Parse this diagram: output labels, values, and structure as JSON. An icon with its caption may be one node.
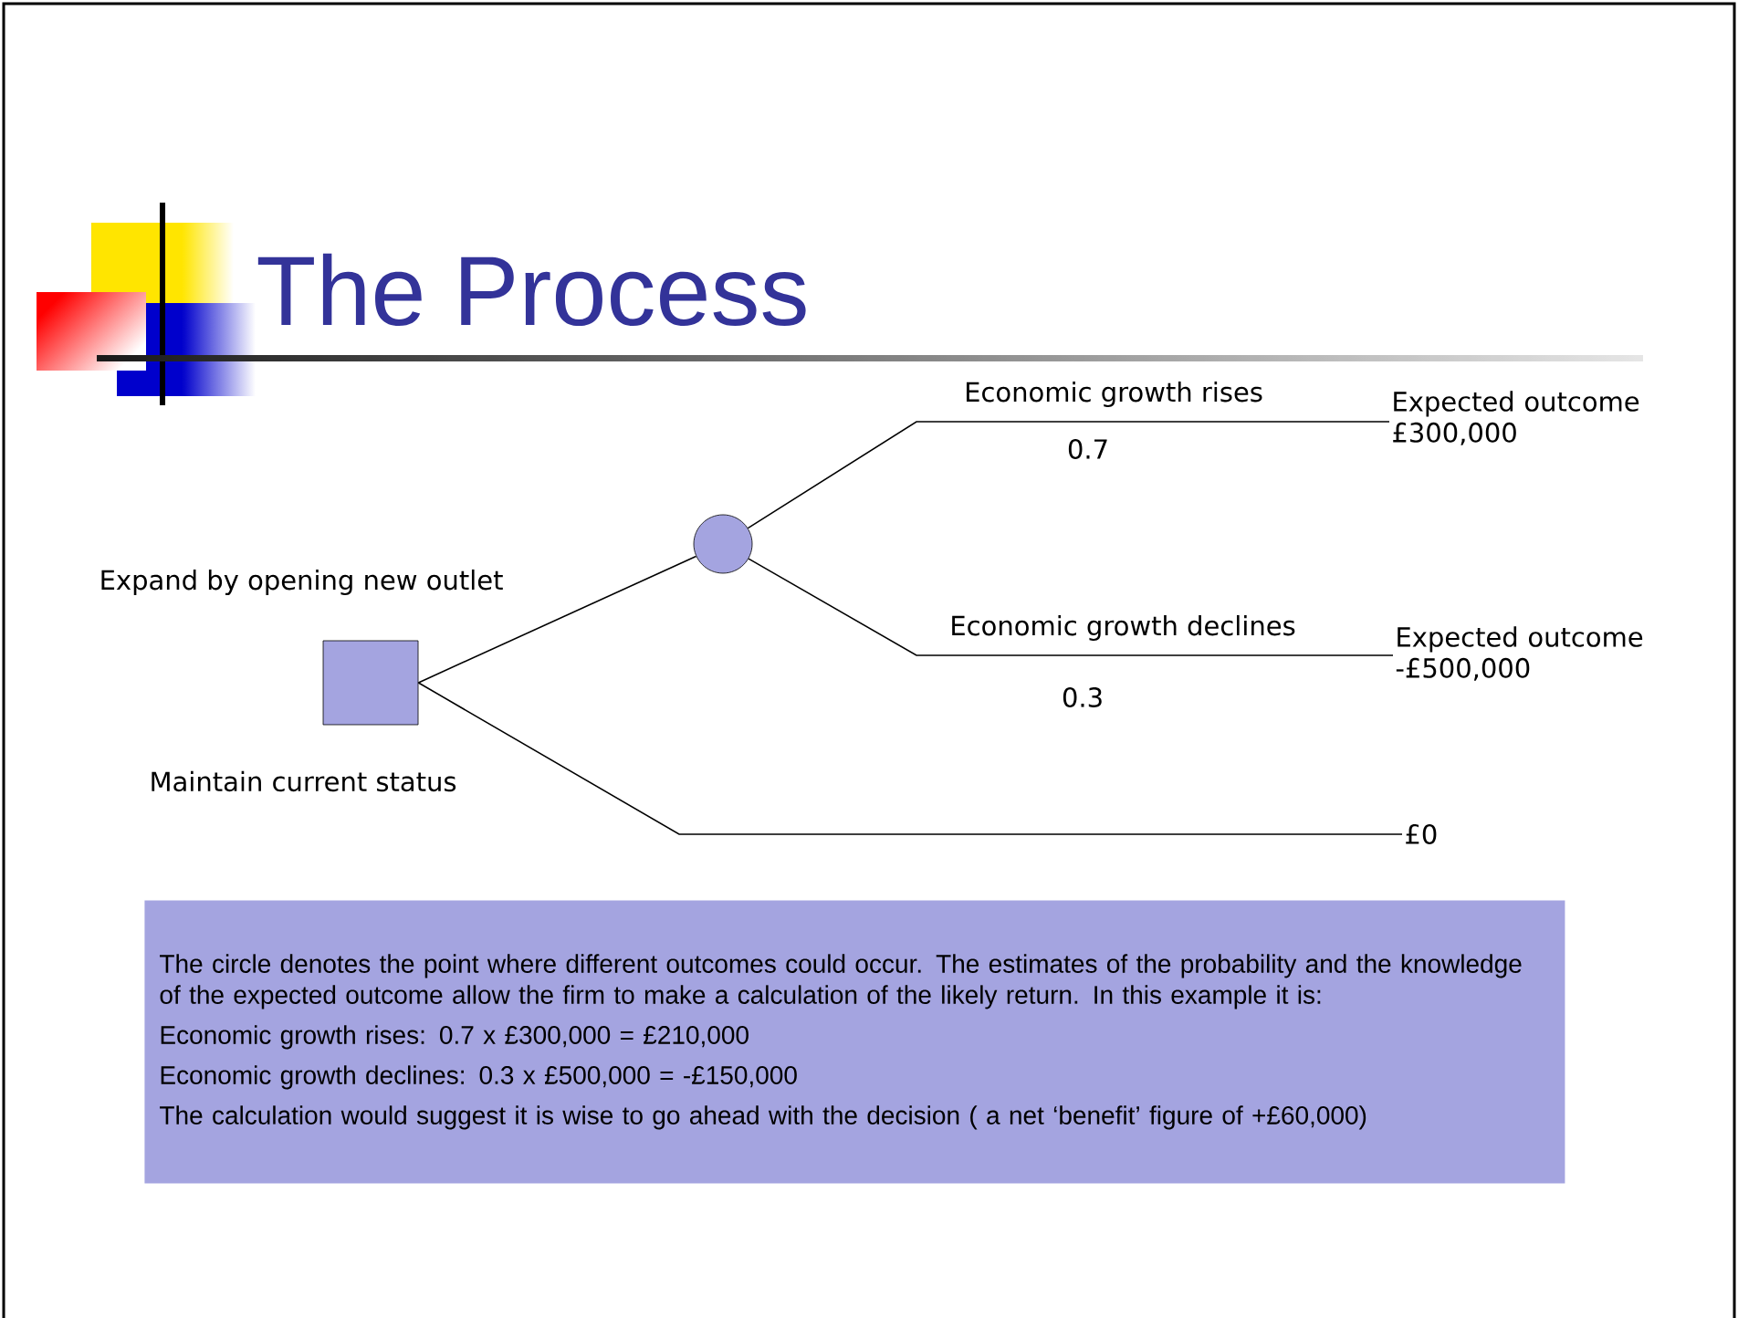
{
  "diagram": {
    "title": "The Process",
    "nodes": [
      {
        "text": [],
        "shape": "box"
      },
      {
        "text": [],
        "shape": "circle"
      },
      {
        "text": [
          "Expected outcome £300,000"
        ]
      },
      {
        "text": [
          "Expected outcome -£500,000"
        ]
      },
      {
        "text": [
          "£0"
        ]
      },
      {
        "text": [
          "The circle denotes the point where different outcomes could occur. The estimates of the probability and the knowledge of the expected outcome allow the firm to make a calculation of the likely return. In this example it is:",
          "Economic growth rises: 0.7 x £300,000 = £210,000",
          "Economic growth declines: 0.3 x £500,000 =  -£150,000",
          "The calculation would suggest it is wise to go ahead with the decision ( a net ‘benefit’ figure of +£60,000)"
        ]
      }
    ],
    "edges": [
      {
        "from": 0,
        "to": 1,
        "arrow": "none",
        "label": "Expand by opening new outlet"
      },
      {
        "from": 1,
        "to": 2,
        "arrow": "none",
        "label": "Economic growth rises"
      },
      {
        "from": 1,
        "to": 3,
        "arrow": "none",
        "label": "Economic growth declines"
      },
      {
        "from": 0,
        "to": 4,
        "arrow": "none",
        "label": "Maintain current status"
      }
    ],
    "labels": [
      "0.7",
      "0.3"
    ]
  }
}
